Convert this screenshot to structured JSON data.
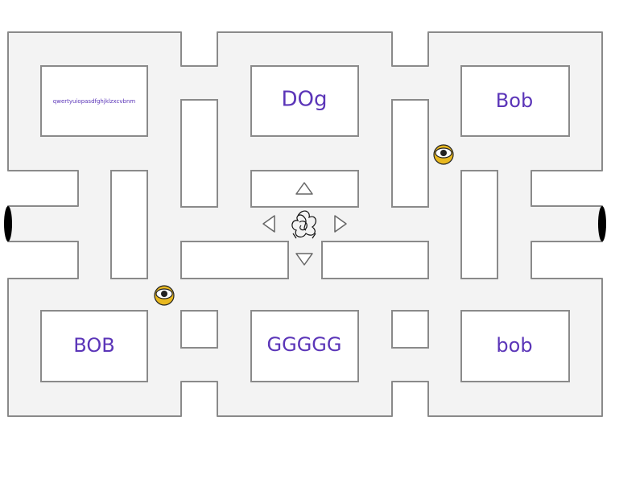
{
  "game": {
    "rooms": [
      {
        "id": "top-left",
        "label": "qwertyuiopasdfghjklzxcvbnm"
      },
      {
        "id": "top-center",
        "label": "DOg"
      },
      {
        "id": "top-right",
        "label": "Bob"
      },
      {
        "id": "bottom-left",
        "label": "BOB"
      },
      {
        "id": "bottom-center",
        "label": "GGGGG"
      },
      {
        "id": "bottom-right",
        "label": "bob"
      }
    ],
    "controls": [
      "up-arrow",
      "left-arrow",
      "right-arrow",
      "down-arrow"
    ],
    "enemies": 2,
    "portals": 2
  },
  "colors": {
    "maze_fill": "#f3f3f3",
    "wall_stroke": "#888888",
    "room_fill": "#ffffff",
    "label": "#5b35b8",
    "enemy_yellow": "#e8b820",
    "portal": "#000000"
  }
}
